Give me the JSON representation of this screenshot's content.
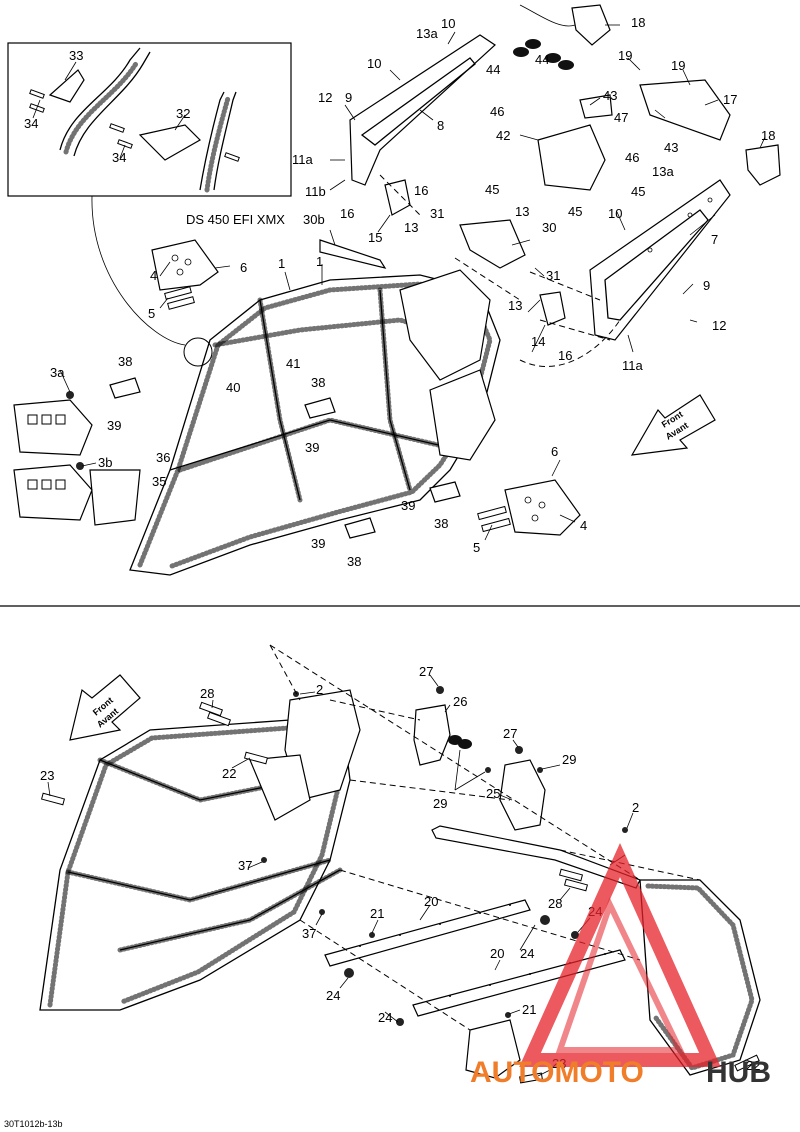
{
  "diagram": {
    "figure_code": "30T1012b-13b",
    "variant_label": "DS 450 EFI XMX",
    "front_arrow": {
      "line1": "Front",
      "line2": "Avant"
    },
    "watermark": {
      "part1": "AUTOMOTO",
      "part2": "HUB",
      "color1": "#f07d2a",
      "color2": "#333333",
      "logo_color": "#e5222a"
    },
    "top_callouts": {
      "c1a": "1",
      "c1b": "1",
      "c3a": "3a",
      "c3b": "3b",
      "c4a": "4",
      "c4b": "4",
      "c5a": "5",
      "c5b": "5",
      "c6a": "6",
      "c6b": "6",
      "c7": "7",
      "c8": "8",
      "c9a": "9",
      "c9b": "9",
      "c10a": "10",
      "c10b": "10",
      "c10c": "10",
      "c11a1": "11a",
      "c11a2": "11a",
      "c11b": "11b",
      "c12a": "12",
      "c12b": "12",
      "c13a": "13",
      "c13b": "13",
      "c13c": "13",
      "c13a1": "13a",
      "c13a2": "13a",
      "c14": "14",
      "c15": "15",
      "c16a": "16",
      "c16b": "16",
      "c16c": "16",
      "c17": "17",
      "c18a": "18",
      "c18b": "18",
      "c19a": "19",
      "c19b": "19",
      "c30": "30",
      "c30b": "30b",
      "c31a": "31",
      "c31b": "31",
      "c32": "32",
      "c33": "33",
      "c34a": "34",
      "c34b": "34",
      "c35": "35",
      "c36": "36",
      "c38a": "38",
      "c38b": "38",
      "c38c": "38",
      "c38d": "38",
      "c39a": "39",
      "c39b": "39",
      "c39c": "39",
      "c39d": "39",
      "c40": "40",
      "c41": "41",
      "c42": "42",
      "c43a": "43",
      "c43b": "43",
      "c44a": "44",
      "c44b": "44",
      "c45a": "45",
      "c45b": "45",
      "c45c": "45",
      "c46a": "46",
      "c46b": "46",
      "c47": "47"
    },
    "bottom_callouts": {
      "c2a": "2",
      "c2b": "2",
      "c20a": "20",
      "c20b": "20",
      "c21a": "21",
      "c21b": "21",
      "c22a": "22",
      "c22b": "22",
      "c23a": "23",
      "c23b": "23",
      "c24a": "24",
      "c24b": "24",
      "c24c": "24",
      "c24d": "24",
      "c25": "25",
      "c26": "26",
      "c27a": "27",
      "c27b": "27",
      "c28a": "28",
      "c28b": "28",
      "c29a": "29",
      "c29b": "29",
      "c37a": "37",
      "c37b": "37"
    }
  }
}
